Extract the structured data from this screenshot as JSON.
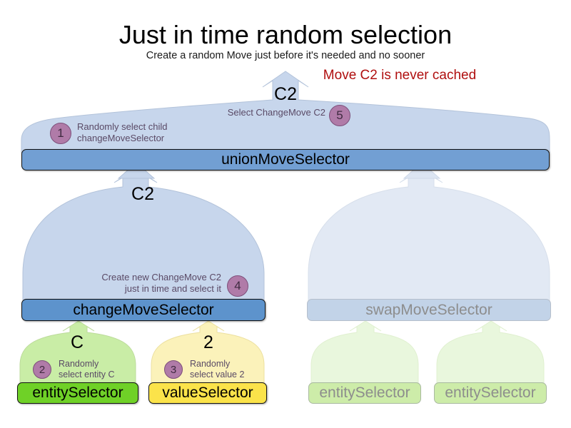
{
  "header": {
    "title": "Just in time random selection",
    "subtitle": "Create a random Move just before it's needed and no sooner",
    "note": "Move C2 is never cached",
    "note_color": "#b00f0f"
  },
  "palette": {
    "arch_blue_fill": "#c7d6ec",
    "arch_blue_stroke": "#aebfd8",
    "arch_blue_faded_fill": "#e2e9f4",
    "arch_green_fill": "#c9eda6",
    "arch_green_faded_fill": "#e9f7dd",
    "arch_yellow_fill": "#fbf2ba",
    "union_bar": "#729fd3",
    "change_bar": "#5d93cc",
    "swap_bar": "#c2d3e8",
    "entity_bar": "#6fd127",
    "value_bar": "#fbe34a",
    "entity_bar_faded": "#cdeca9",
    "badge_fill": "#b07ba8",
    "badge_stroke": "#7d4f7a",
    "anno_text": "#5a4a66",
    "faded_text": "#8d8d8d"
  },
  "nodes": {
    "union": {
      "label": "unionMoveSelector",
      "glyph": "C2"
    },
    "change": {
      "label": "changeMoveSelector",
      "glyph": "C2"
    },
    "swap": {
      "label": "swapMoveSelector",
      "glyph": ""
    },
    "entity_left": {
      "label": "entitySelector",
      "glyph": "C"
    },
    "value_left": {
      "label": "valueSelector",
      "glyph": "2"
    },
    "entity_right_1": {
      "label": "entitySelector",
      "glyph": ""
    },
    "entity_right_2": {
      "label": "entitySelector",
      "glyph": ""
    }
  },
  "annotations": [
    {
      "number": "1",
      "text": "Randomly select child\nchangeMoveSelector"
    },
    {
      "number": "5",
      "text": "Select ChangeMove C2"
    },
    {
      "number": "4",
      "text": "Create new ChangeMove C2\njust in time and select it"
    },
    {
      "number": "2",
      "text": "Randomly\nselect entity C"
    },
    {
      "number": "3",
      "text": "Randomly\nselect value 2"
    }
  ]
}
